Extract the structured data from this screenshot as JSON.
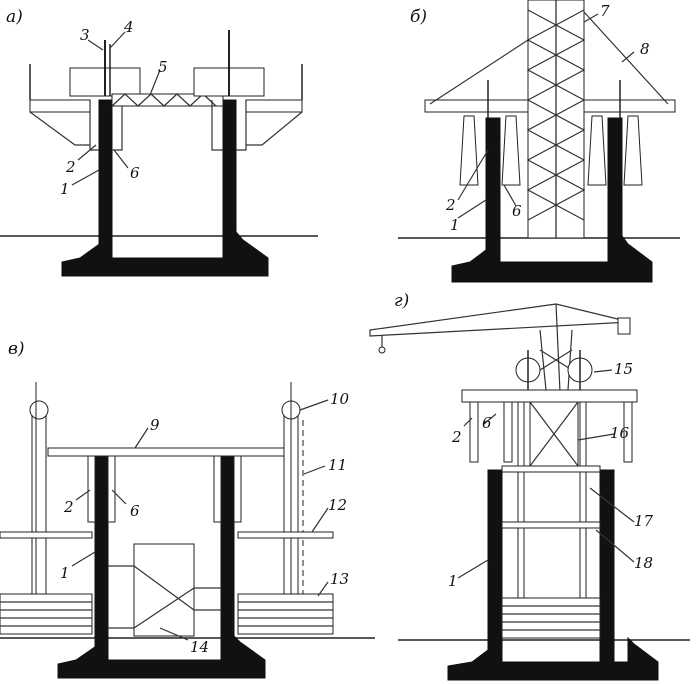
{
  "panels": {
    "a": {
      "letter": "а)",
      "labels": [
        "1",
        "2",
        "3",
        "4",
        "5",
        "6"
      ]
    },
    "b": {
      "letter": "б)",
      "labels": [
        "1",
        "2",
        "6",
        "7",
        "8"
      ]
    },
    "v": {
      "letter": "в)",
      "labels": [
        "1",
        "2",
        "6",
        "9",
        "10",
        "11",
        "12",
        "13",
        "14"
      ]
    },
    "g": {
      "letter": "г)",
      "labels": [
        "1",
        "2",
        "6",
        "15",
        "16",
        "17",
        "18"
      ]
    }
  }
}
